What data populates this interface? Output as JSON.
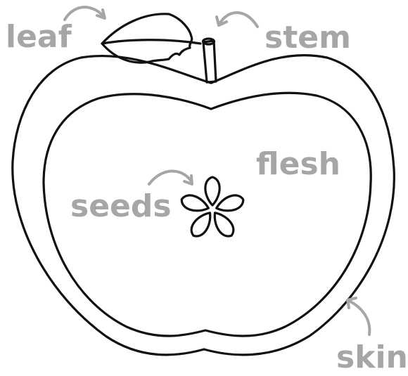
{
  "labels": {
    "leaf": "leaf",
    "stem": "stem",
    "flesh": "flesh",
    "seeds": "seeds",
    "skin": "skin"
  },
  "colors": {
    "label": "#a6a6a6",
    "outline": "#111111",
    "background": "#ffffff"
  }
}
